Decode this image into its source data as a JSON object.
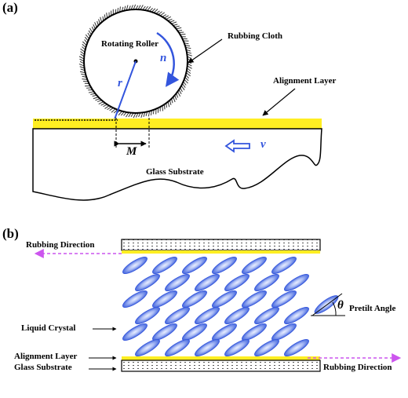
{
  "panel_a": {
    "tag": "(a)",
    "labels": {
      "roller": "Rotating Roller",
      "cloth": "Rubbing Cloth",
      "alignment": "Alignment Layer",
      "glass": "Glass Substrate"
    },
    "symbols": {
      "n": "n",
      "r": "r",
      "M": "M",
      "v": "v"
    }
  },
  "panel_b": {
    "tag": "(b)",
    "labels": {
      "rubbing_top": "Rubbing Direction",
      "rubbing_bottom": "Rubbing Direction",
      "lc": "Liquid Crystal",
      "pretilt": "Pretilt Angle",
      "alignment": "Alignment Layer",
      "glass": "Glass Substrate"
    },
    "symbols": {
      "theta": "θ"
    }
  },
  "colors": {
    "alignment_layer": "#ffee22",
    "roller_arrow": "#3355dd",
    "rubbing_arrow": "#cc55ee",
    "lc_fill": "#5577ee",
    "lc_highlight": "#dfe8ff"
  }
}
